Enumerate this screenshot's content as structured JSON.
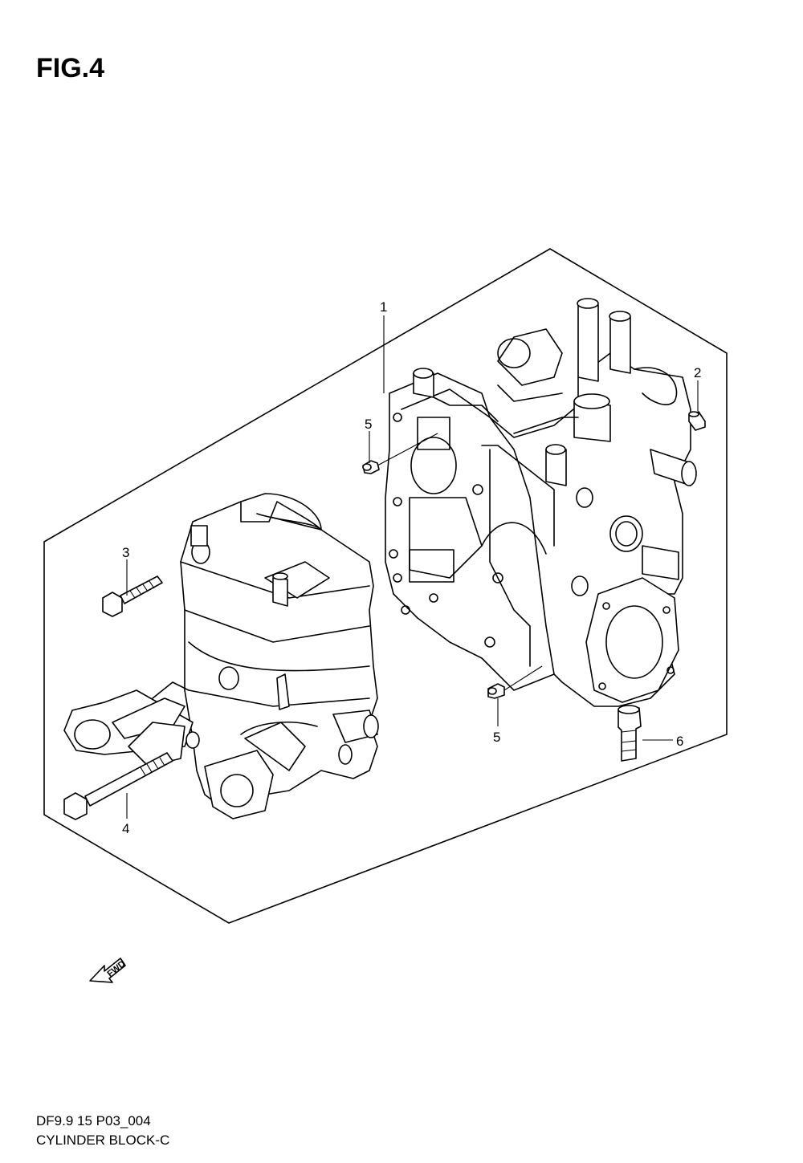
{
  "figure": {
    "title": "FIG.4",
    "footer_code": "DF9.9 15 P03_004",
    "footer_name": "CYLINDER BLOCK-C"
  },
  "callouts": [
    {
      "id": "c1",
      "label": "1"
    },
    {
      "id": "c2",
      "label": "2"
    },
    {
      "id": "c3",
      "label": "3"
    },
    {
      "id": "c4",
      "label": "4"
    },
    {
      "id": "c5a",
      "label": "5"
    },
    {
      "id": "c5b",
      "label": "5"
    },
    {
      "id": "c6",
      "label": "6"
    }
  ],
  "direction_arrow": {
    "label": "FWD"
  },
  "icons": {
    "direction": "fwd-arrow-icon"
  }
}
